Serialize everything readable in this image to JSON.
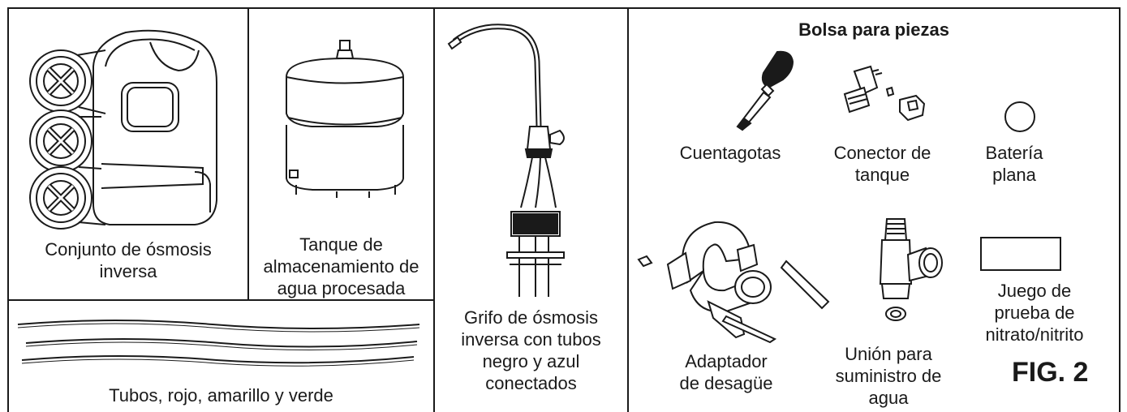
{
  "panels": {
    "ro_assembly": "Conjunto de ósmosis\ninversa",
    "tank": "Tanque de\nalmacenamiento de\nagua procesada",
    "faucet": "Grifo de ósmosis\ninversa con tubos\nnegro y azul\nconectados",
    "tubing": "Tubos, rojo, amarillo y verde"
  },
  "parts_bag": {
    "title": "Bolsa para piezas",
    "items": {
      "dropper": "Cuentagotas",
      "tank_connector": "Conector de\ntanque",
      "battery": "Batería\nplana",
      "drain_adapter": "Adaptador\nde desagüe",
      "supply_union": "Unión para\nsuministro de\nagua",
      "test_kit": "Juego de\nprueba de\nnitrato/nitrito"
    }
  },
  "figure_label": "FIG. 2",
  "colors": {
    "line": "#1a1a1a",
    "background": "#ffffff"
  }
}
